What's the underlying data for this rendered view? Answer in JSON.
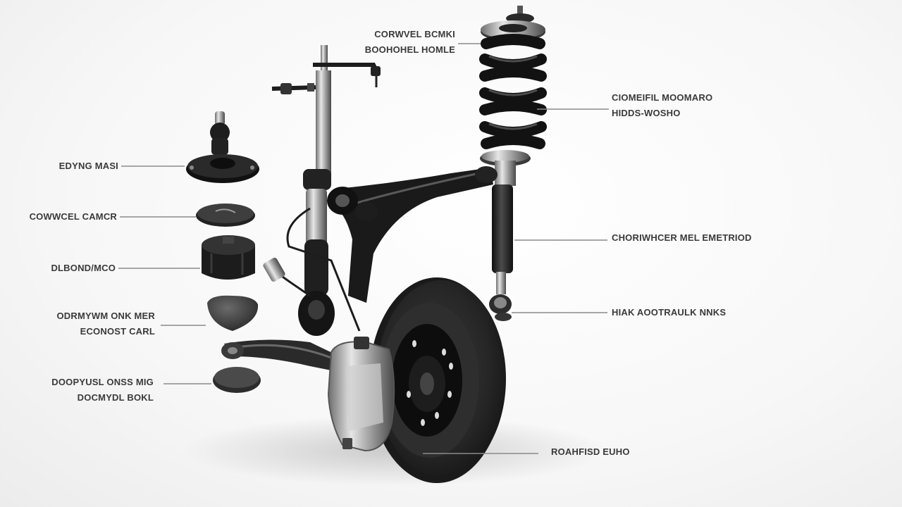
{
  "labels": {
    "top_mount": [
      "CORWVEL BCMKI",
      "BOOHOHEL HOMLE"
    ],
    "coil_spring": [
      "CIOMEIFIL MOOMARO",
      "HIDDS-WOSHO"
    ],
    "ball_joint": "EDYNG MASI",
    "control_cover": "COWWCEL CAMCR",
    "bushing": "DLBOND/MCO",
    "control_arm": [
      "ODRMYWM ONK MER",
      "ECONOST CARL"
    ],
    "lower_pad": [
      "DOOPYUSL ONSS MIG",
      "DOCMYDL BOKL"
    ],
    "shock_absorber": "CHORIWHCER MEL EMETRIOD",
    "lower_mount": "HIAK AOOTRAULK NNKS",
    "brake_rotor": "ROAHFISD EUHO"
  },
  "colors": {
    "metal_dark": "#1c1c1c",
    "metal_mid": "#3c3c3c",
    "chrome": "#b9b9b9",
    "leader_line": "#8a8a8a",
    "label_text": "#3a3a3a"
  }
}
